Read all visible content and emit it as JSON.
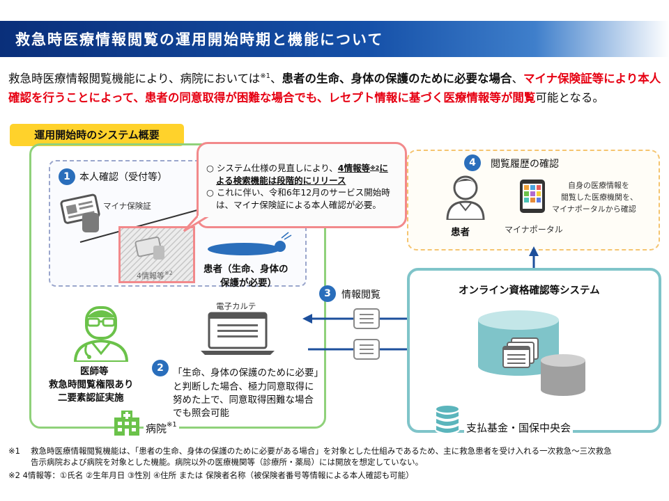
{
  "header": {
    "title": "救急時医療情報閲覧の運用開始時期と機能について"
  },
  "intro": {
    "p1": "救急時医療情報閲覧機能により、病院においては",
    "note1": "※1",
    "p2": "、",
    "bold1": "患者の生命、身体の保護のために必要な場合",
    "p3": "、",
    "red1": "マイナ保険証等により本人確認を行うことによって、患者の同意取得が困難な場合でも、レセプト情報に基づく医療情報等が閲覧",
    "p4": "可能となる。"
  },
  "section_tag": "運用開始時のシステム概要",
  "hospital": {
    "step1_num": "1",
    "step1_label": "本人確認（受付等）",
    "myna_card_label": "マイナ保険証",
    "four_info_label": "4情報等",
    "four_info_note": "※2",
    "patient_label_line1": "患者（生命、身体の",
    "patient_label_line2": "保護が必要）",
    "doctor_line1": "医師等",
    "doctor_line2": "救急時閲覧権限あり",
    "doctor_line3": "二要素認証実施",
    "ekarte_label": "電子カルテ",
    "step2_num": "2",
    "step2_line1": "「生命、身体の保護のために必要」",
    "step2_line2": "と判断した場合、極力同意取得に",
    "step2_line3": "努めた上で、同意取得困難な場合",
    "step2_line4": "でも照会可能",
    "hospital_label": "病院",
    "hospital_note": "※1"
  },
  "callout": {
    "line1_a": "○ システム仕様の見直しにより、",
    "line1_b": "4情報等",
    "line1_note": "※2",
    "line1_c": "に",
    "line2": "よる検索機能は段階的にリリース",
    "line3": "○ これに伴い、令和6年12月のサービス開始時",
    "line4": "は、マイナ保険証による本人確認が必要。"
  },
  "access": {
    "step4_num": "4",
    "step4_label": "閲覧履歴の確認",
    "patient_label": "患者",
    "portal_label": "マイナポータル",
    "desc_line1": "自身の医療情報を",
    "desc_line2": "閲覧した医療機関を、",
    "desc_line3": "マイナポータルから確認"
  },
  "flow": {
    "step3_num": "3",
    "step3_label": "情報閲覧"
  },
  "online": {
    "title": "オンライン資格確認等システム",
    "org_label": "支払基金・国保中央会"
  },
  "footnotes": {
    "n1_mark": "※1",
    "n1_line1": "救急時医療情報閲覧機能は、「患者の生命、身体の保護のために必要がある場合」を対象とした仕組みであるため、主に救急患者を受け入れる一次救急～三次救急",
    "n1_line2": "告示病院および病院を対象とした機能。病院以外の医療機関等（診療所・薬局）には開放を想定していない。",
    "n2_line": "※2 4情報等：①氏名 ②生年月日 ③性別 ④住所 または 保険者名称（被保険者番号等情報による本人確認も可能）"
  },
  "colors": {
    "header_navy": "#0a2f7a",
    "accent_blue": "#2a6ebb",
    "emphasis_red": "#e60012",
    "hospital_green": "#8fd17a",
    "callout_pink": "#f2898b",
    "online_teal": "#7fc4c9",
    "tag_yellow": "#ffd22b"
  }
}
